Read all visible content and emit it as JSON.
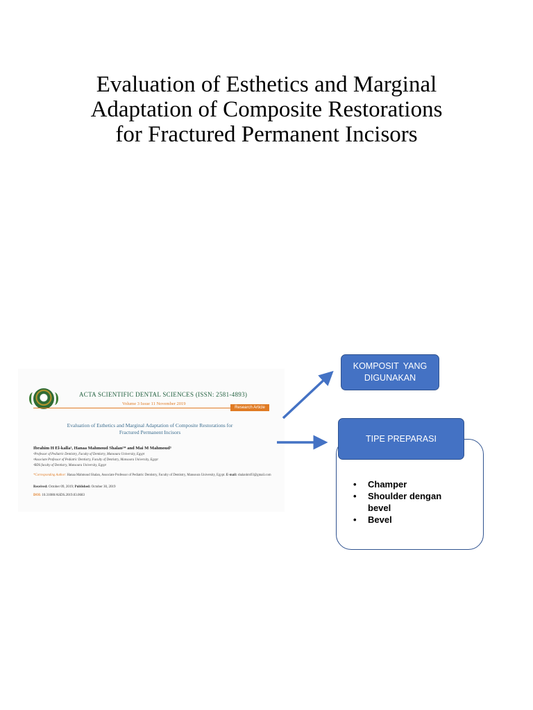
{
  "slide": {
    "title_lines": [
      "Evaluation of Esthetics and Marginal",
      "Adaptation of Composite Restorations",
      "for Fractured Permanent Incisors"
    ]
  },
  "article": {
    "journal": "ACTA SCIENTIFIC DENTAL SCIENCES (ISSN: 2581-4893)",
    "volume": "Volume 3 Issue 11 November 2019",
    "badge": "Research Article",
    "title_lines": [
      "Evaluation of Esthetics and Marginal Adaptation of Composite Restorations for",
      "Fractured Permanent Incisors"
    ],
    "authors": "Ibrahim H El-kalla¹, Hanaa Mahmoud Shalan²* and Mai M Mahmoud³",
    "affiliations": [
      "¹Professor of Pediatric Dentistry, Faculty of Dentistry, Mansoura University, Egypt",
      "²Associate Professor of Pediatric Dentistry, Faculty of Dentistry, Mansoura University, Egypt",
      "³BDS faculty of Dentistry, Mansoura University, Egypt"
    ],
    "corresponding_label": "*Corresponding Author:",
    "corresponding_text": " Hanaa Mahmoud Shalan, Associate Professor of Pediatric Dentistry, Faculty of Dentistry, Mansoura University, Egypt.",
    "email_label": " E-mail:",
    "email": " shalanhm93@gmail.com",
    "received_label": "Received:",
    "received": " October 09, 2019; ",
    "published_label": "Published:",
    "published": " October 30, 2019",
    "doi_label": "DOI:",
    "doi": " 10.31080/ASDS.2019.03.0683"
  },
  "boxes": {
    "komposit_line1": "KOMPOSIT YANG",
    "komposit_line2": "DIGUNAKAN",
    "tipe": "TIPE PREPARASI"
  },
  "prep_items": [
    "Champer",
    "Shoulder dengan bevel",
    "Bevel"
  ],
  "colors": {
    "box_fill": "#4472c4",
    "box_border": "#2f528f",
    "accent_orange": "#e07b24"
  }
}
